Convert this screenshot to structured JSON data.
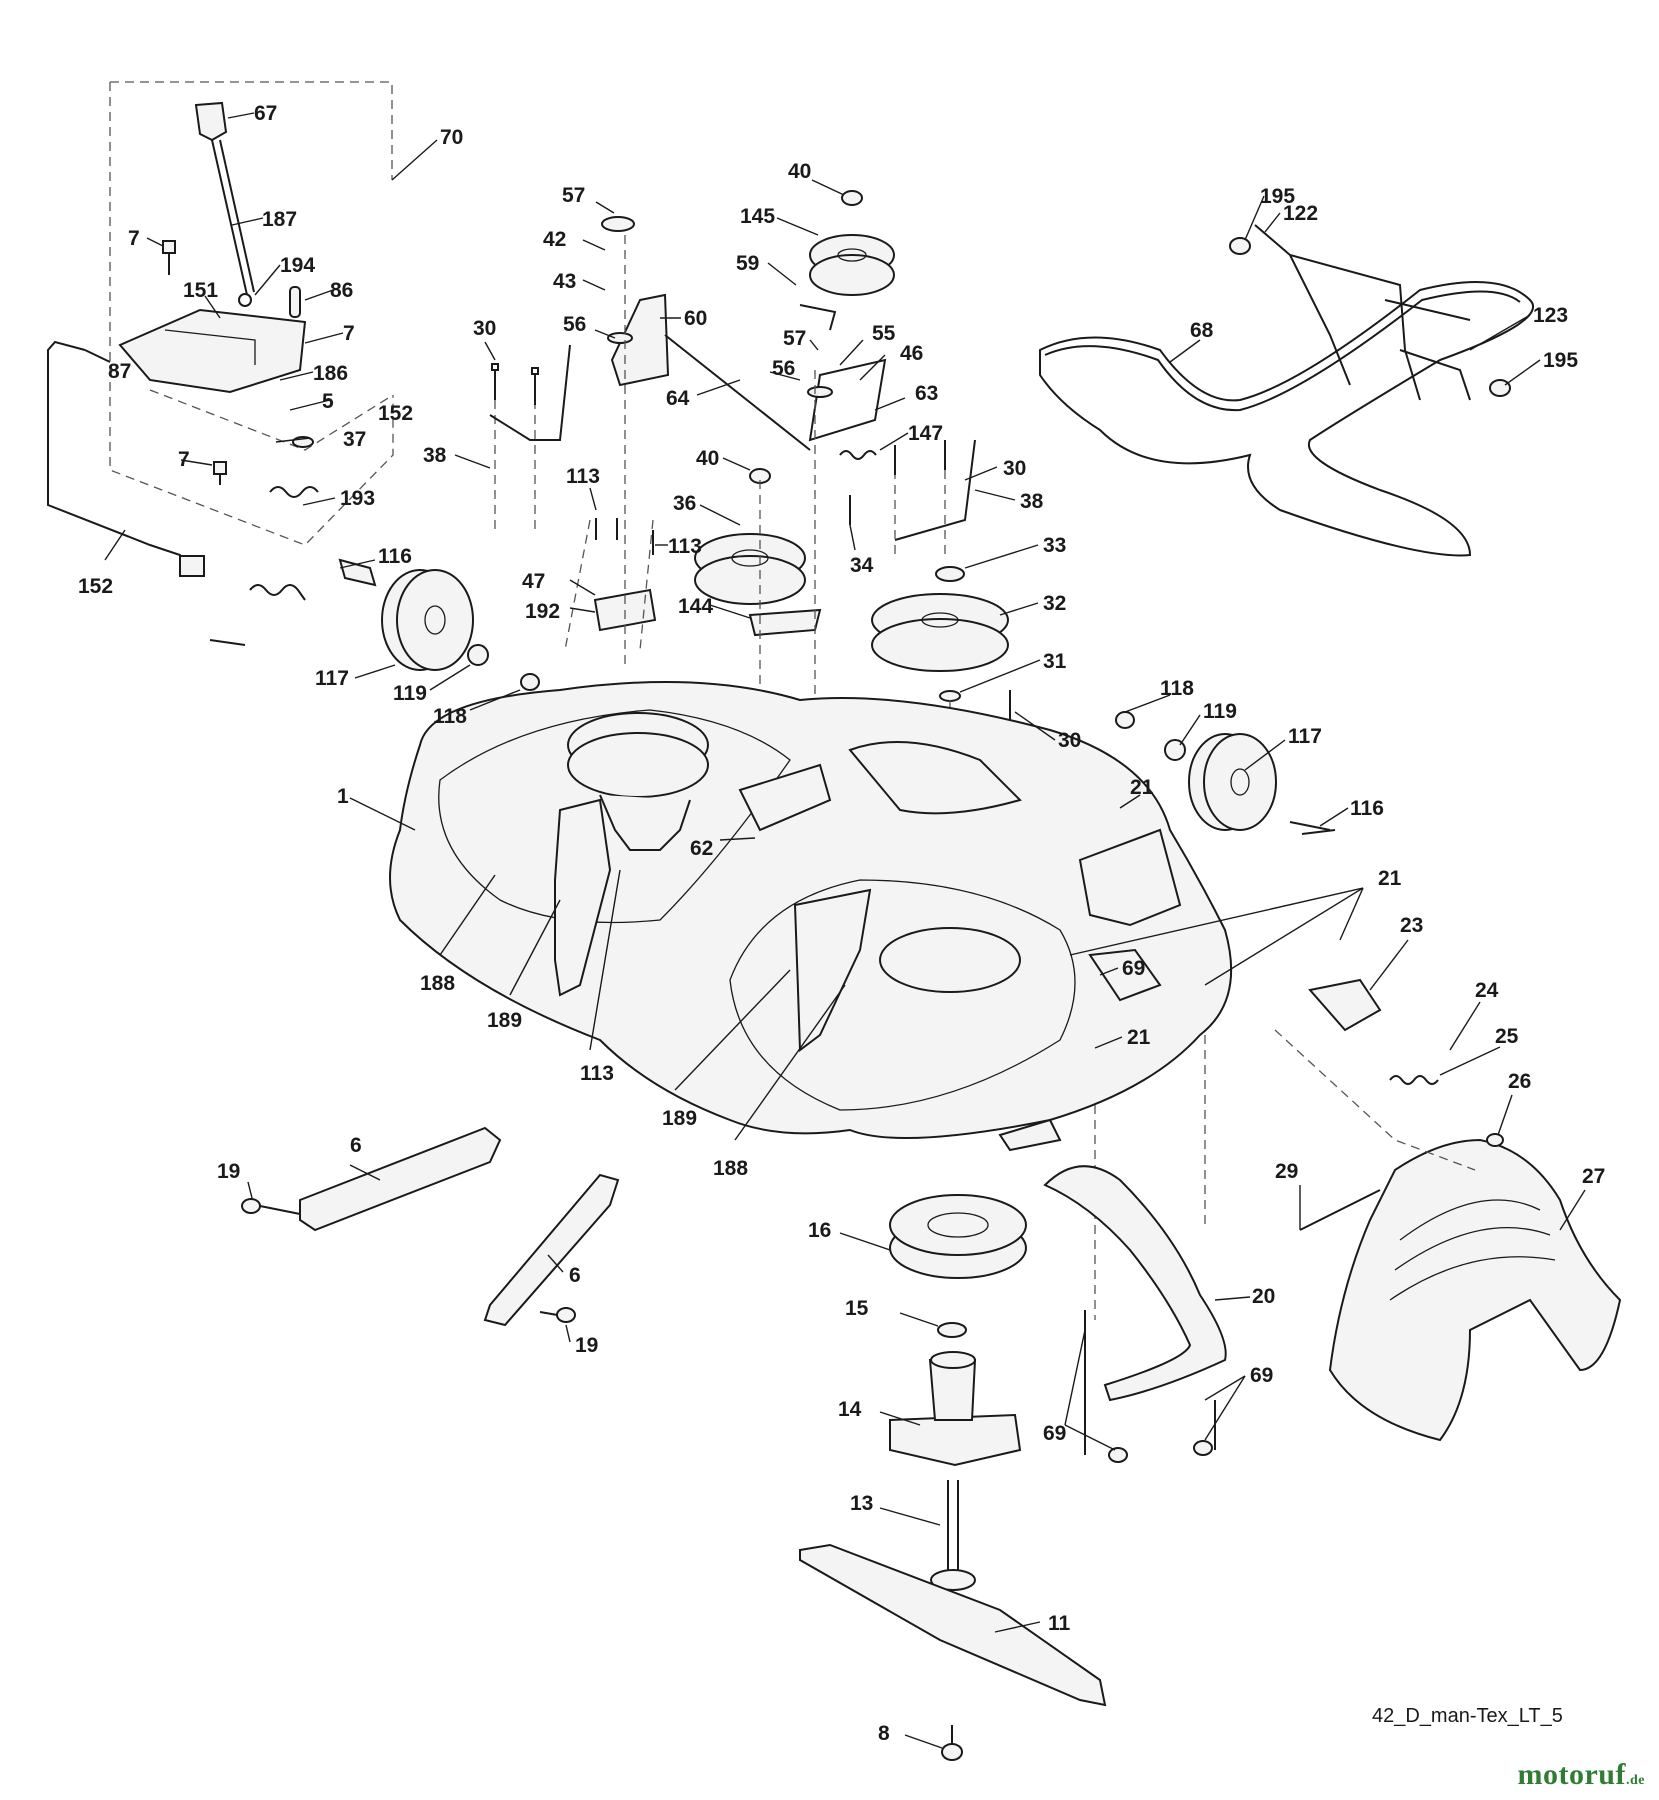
{
  "diagram": {
    "drawing_id": "42_D_man-Tex_LT_5",
    "watermark": {
      "brand": "motoruf",
      "tld": ".de"
    },
    "part_numbers": [
      "1",
      "5",
      "6",
      "7",
      "8",
      "11",
      "13",
      "14",
      "15",
      "16",
      "19",
      "20",
      "21",
      "23",
      "24",
      "25",
      "26",
      "27",
      "29",
      "30",
      "31",
      "32",
      "33",
      "34",
      "36",
      "37",
      "38",
      "40",
      "42",
      "43",
      "46",
      "47",
      "55",
      "56",
      "57",
      "59",
      "60",
      "62",
      "63",
      "64",
      "67",
      "68",
      "69",
      "70",
      "86",
      "87",
      "113",
      "116",
      "117",
      "118",
      "119",
      "122",
      "123",
      "144",
      "145",
      "147",
      "151",
      "152",
      "186",
      "187",
      "188",
      "189",
      "192",
      "193",
      "194",
      "195"
    ]
  },
  "callouts": [
    {
      "name": "67",
      "text": "67"
    },
    {
      "name": "70",
      "text": "70"
    },
    {
      "name": "187",
      "text": "187"
    },
    {
      "name": "7a",
      "text": "7"
    },
    {
      "name": "194",
      "text": "194"
    },
    {
      "name": "86",
      "text": "86"
    },
    {
      "name": "151",
      "text": "151"
    },
    {
      "name": "7b",
      "text": "7"
    },
    {
      "name": "87",
      "text": "87"
    },
    {
      "name": "186",
      "text": "186"
    },
    {
      "name": "5",
      "text": "5"
    },
    {
      "name": "152a",
      "text": "152"
    },
    {
      "name": "37",
      "text": "37"
    },
    {
      "name": "7c",
      "text": "7"
    },
    {
      "name": "193",
      "text": "193"
    },
    {
      "name": "152b",
      "text": "152"
    },
    {
      "name": "116a",
      "text": "116"
    },
    {
      "name": "117a",
      "text": "117"
    },
    {
      "name": "119a",
      "text": "119"
    },
    {
      "name": "118a",
      "text": "118"
    },
    {
      "name": "57a",
      "text": "57"
    },
    {
      "name": "42",
      "text": "42"
    },
    {
      "name": "43",
      "text": "43"
    },
    {
      "name": "60",
      "text": "60"
    },
    {
      "name": "56a",
      "text": "56"
    },
    {
      "name": "64",
      "text": "64"
    },
    {
      "name": "30a",
      "text": "30"
    },
    {
      "name": "38a",
      "text": "38"
    },
    {
      "name": "113a",
      "text": "113"
    },
    {
      "name": "113b",
      "text": "113"
    },
    {
      "name": "47",
      "text": "47"
    },
    {
      "name": "192",
      "text": "192"
    },
    {
      "name": "40a",
      "text": "40"
    },
    {
      "name": "145",
      "text": "145"
    },
    {
      "name": "59",
      "text": "59"
    },
    {
      "name": "57b",
      "text": "57"
    },
    {
      "name": "55",
      "text": "55"
    },
    {
      "name": "46",
      "text": "46"
    },
    {
      "name": "56b",
      "text": "56"
    },
    {
      "name": "63",
      "text": "63"
    },
    {
      "name": "147",
      "text": "147"
    },
    {
      "name": "40b",
      "text": "40"
    },
    {
      "name": "36",
      "text": "36"
    },
    {
      "name": "144",
      "text": "144"
    },
    {
      "name": "34",
      "text": "34"
    },
    {
      "name": "30b",
      "text": "30"
    },
    {
      "name": "38b",
      "text": "38"
    },
    {
      "name": "33",
      "text": "33"
    },
    {
      "name": "32",
      "text": "32"
    },
    {
      "name": "31",
      "text": "31"
    },
    {
      "name": "30c",
      "text": "30"
    },
    {
      "name": "195a",
      "text": "195"
    },
    {
      "name": "122",
      "text": "122"
    },
    {
      "name": "68",
      "text": "68"
    },
    {
      "name": "123",
      "text": "123"
    },
    {
      "name": "195b",
      "text": "195"
    },
    {
      "name": "118b",
      "text": "118"
    },
    {
      "name": "119b",
      "text": "119"
    },
    {
      "name": "117b",
      "text": "117"
    },
    {
      "name": "116b",
      "text": "116"
    },
    {
      "name": "21a",
      "text": "21"
    },
    {
      "name": "1",
      "text": "1"
    },
    {
      "name": "62",
      "text": "62"
    },
    {
      "name": "188a",
      "text": "188"
    },
    {
      "name": "189a",
      "text": "189"
    },
    {
      "name": "113c",
      "text": "113"
    },
    {
      "name": "189b",
      "text": "189"
    },
    {
      "name": "188b",
      "text": "188"
    },
    {
      "name": "69a",
      "text": "69"
    },
    {
      "name": "21b",
      "text": "21"
    },
    {
      "name": "21c",
      "text": "21"
    },
    {
      "name": "23",
      "text": "23"
    },
    {
      "name": "24",
      "text": "24"
    },
    {
      "name": "25",
      "text": "25"
    },
    {
      "name": "26",
      "text": "26"
    },
    {
      "name": "27",
      "text": "27"
    },
    {
      "name": "29",
      "text": "29"
    },
    {
      "name": "6a",
      "text": "6"
    },
    {
      "name": "19a",
      "text": "19"
    },
    {
      "name": "6b",
      "text": "6"
    },
    {
      "name": "19b",
      "text": "19"
    },
    {
      "name": "16",
      "text": "16"
    },
    {
      "name": "15",
      "text": "15"
    },
    {
      "name": "14",
      "text": "14"
    },
    {
      "name": "13",
      "text": "13"
    },
    {
      "name": "11",
      "text": "11"
    },
    {
      "name": "8",
      "text": "8"
    },
    {
      "name": "20",
      "text": "20"
    },
    {
      "name": "69b",
      "text": "69"
    },
    {
      "name": "69c",
      "text": "69"
    }
  ]
}
